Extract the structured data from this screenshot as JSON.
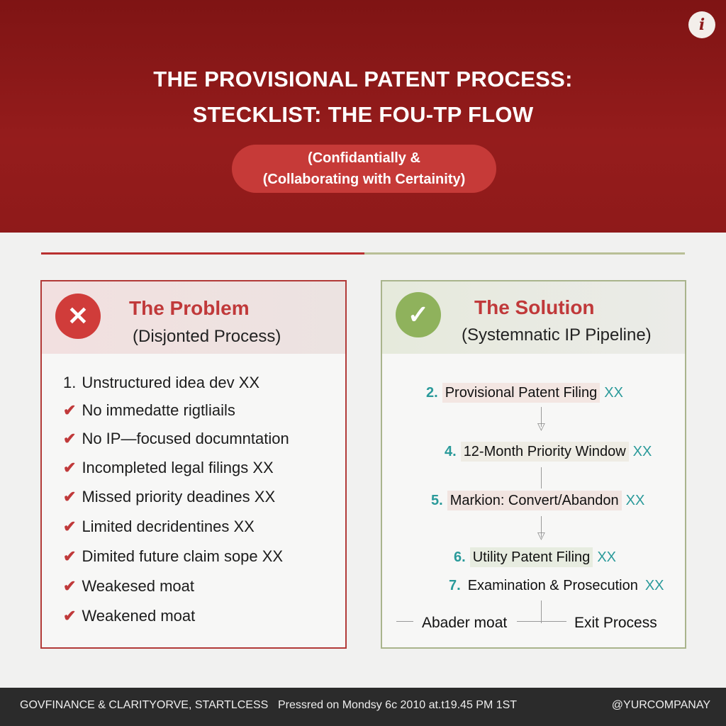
{
  "header": {
    "title_line1": "THE PROVISIONAL PATENT PROCESS:",
    "title_line2": "STECKLIST: THE FOU-TP FLOW",
    "pill_line1": "(Confidantially &",
    "pill_line2": "(Collaborating with Certainity)",
    "info_icon": "i"
  },
  "problem": {
    "title": "The Problem",
    "subtitle": "(Disjonted Process)",
    "items": [
      {
        "marker": "1.",
        "text": "Unstructured idea dev XX"
      },
      {
        "marker": "✔",
        "text": "No immedatte rigtliails"
      },
      {
        "marker": "✔",
        "text": "No IP—focused documntation"
      },
      {
        "marker": "✔",
        "text": "Incompleted legal filings XX"
      },
      {
        "marker": "✔",
        "text": "Missed priority deadines XX"
      },
      {
        "marker": "✔",
        "text": "Limited decridentines XX"
      },
      {
        "marker": "✔",
        "text": "Dimited future claim sope XX"
      },
      {
        "marker": "✔",
        "text": "Weakesed moat"
      },
      {
        "marker": "✔",
        "text": "Weakened moat"
      }
    ]
  },
  "solution": {
    "title": "The Solution",
    "subtitle": "(Systemnatic IP Pipeline)",
    "steps": [
      {
        "num": "2.",
        "text": "Provisional Patent Filing",
        "tag": "XX"
      },
      {
        "num": "4.",
        "text": "12-Month Priority Window",
        "tag": "XX"
      },
      {
        "num": "5.",
        "text": "Markion: Convert/Abandon",
        "tag": "XX"
      },
      {
        "num": "6.",
        "text": "Utility Patent Filing",
        "tag": "XX"
      },
      {
        "num": "7.",
        "text": "Examination & Prosecution",
        "tag": "XX"
      }
    ],
    "branch_left": "Abader moat",
    "branch_right": "Exit Process"
  },
  "footer": {
    "left": "GOVFINANCE & CLARITYORVE, STARTLCESS",
    "center": "Pressred on Mondsy 6c 2010 at.t19.45 PM 1ST",
    "right": "@YURCOMPANAY"
  },
  "colors": {
    "brand_red": "#951c1c",
    "teal": "#2a9a9a",
    "green": "#8fb25c"
  }
}
